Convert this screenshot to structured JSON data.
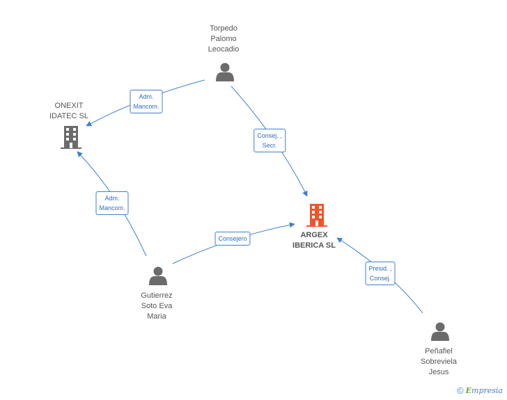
{
  "nodes": {
    "torpedo": {
      "label": "Torpedo\nPalomo\nLeocadio"
    },
    "onexit": {
      "label": "ONEXIT\nIDATEC SL"
    },
    "argex": {
      "label": "ARGEX\nIBERICA SL"
    },
    "gutierrez": {
      "label": "Gutierrez\nSoto Eva\nMaria"
    },
    "penafiel": {
      "label": "Peñafiel\nSobreviela\nJesus"
    }
  },
  "edges": {
    "torpedo_onexit": "Adm.\nMancom.",
    "torpedo_argex": "Consej. ,\nSecr.",
    "gutierrez_onexit": "Adm.\nMancom.",
    "gutierrez_argex": "Consejero",
    "penafiel_argex": "Presid. ,\nConsej."
  },
  "colors": {
    "edge": "#3d7fcf",
    "person_icon": "#6b6b6b",
    "company_icon": "#6b6b6b",
    "main_company_icon": "#f0552b"
  },
  "icons": {
    "person": "person-icon",
    "company": "building-icon"
  },
  "footer": {
    "copyright_symbol": "©",
    "brand_first": "E",
    "brand_rest": "mpresia"
  }
}
